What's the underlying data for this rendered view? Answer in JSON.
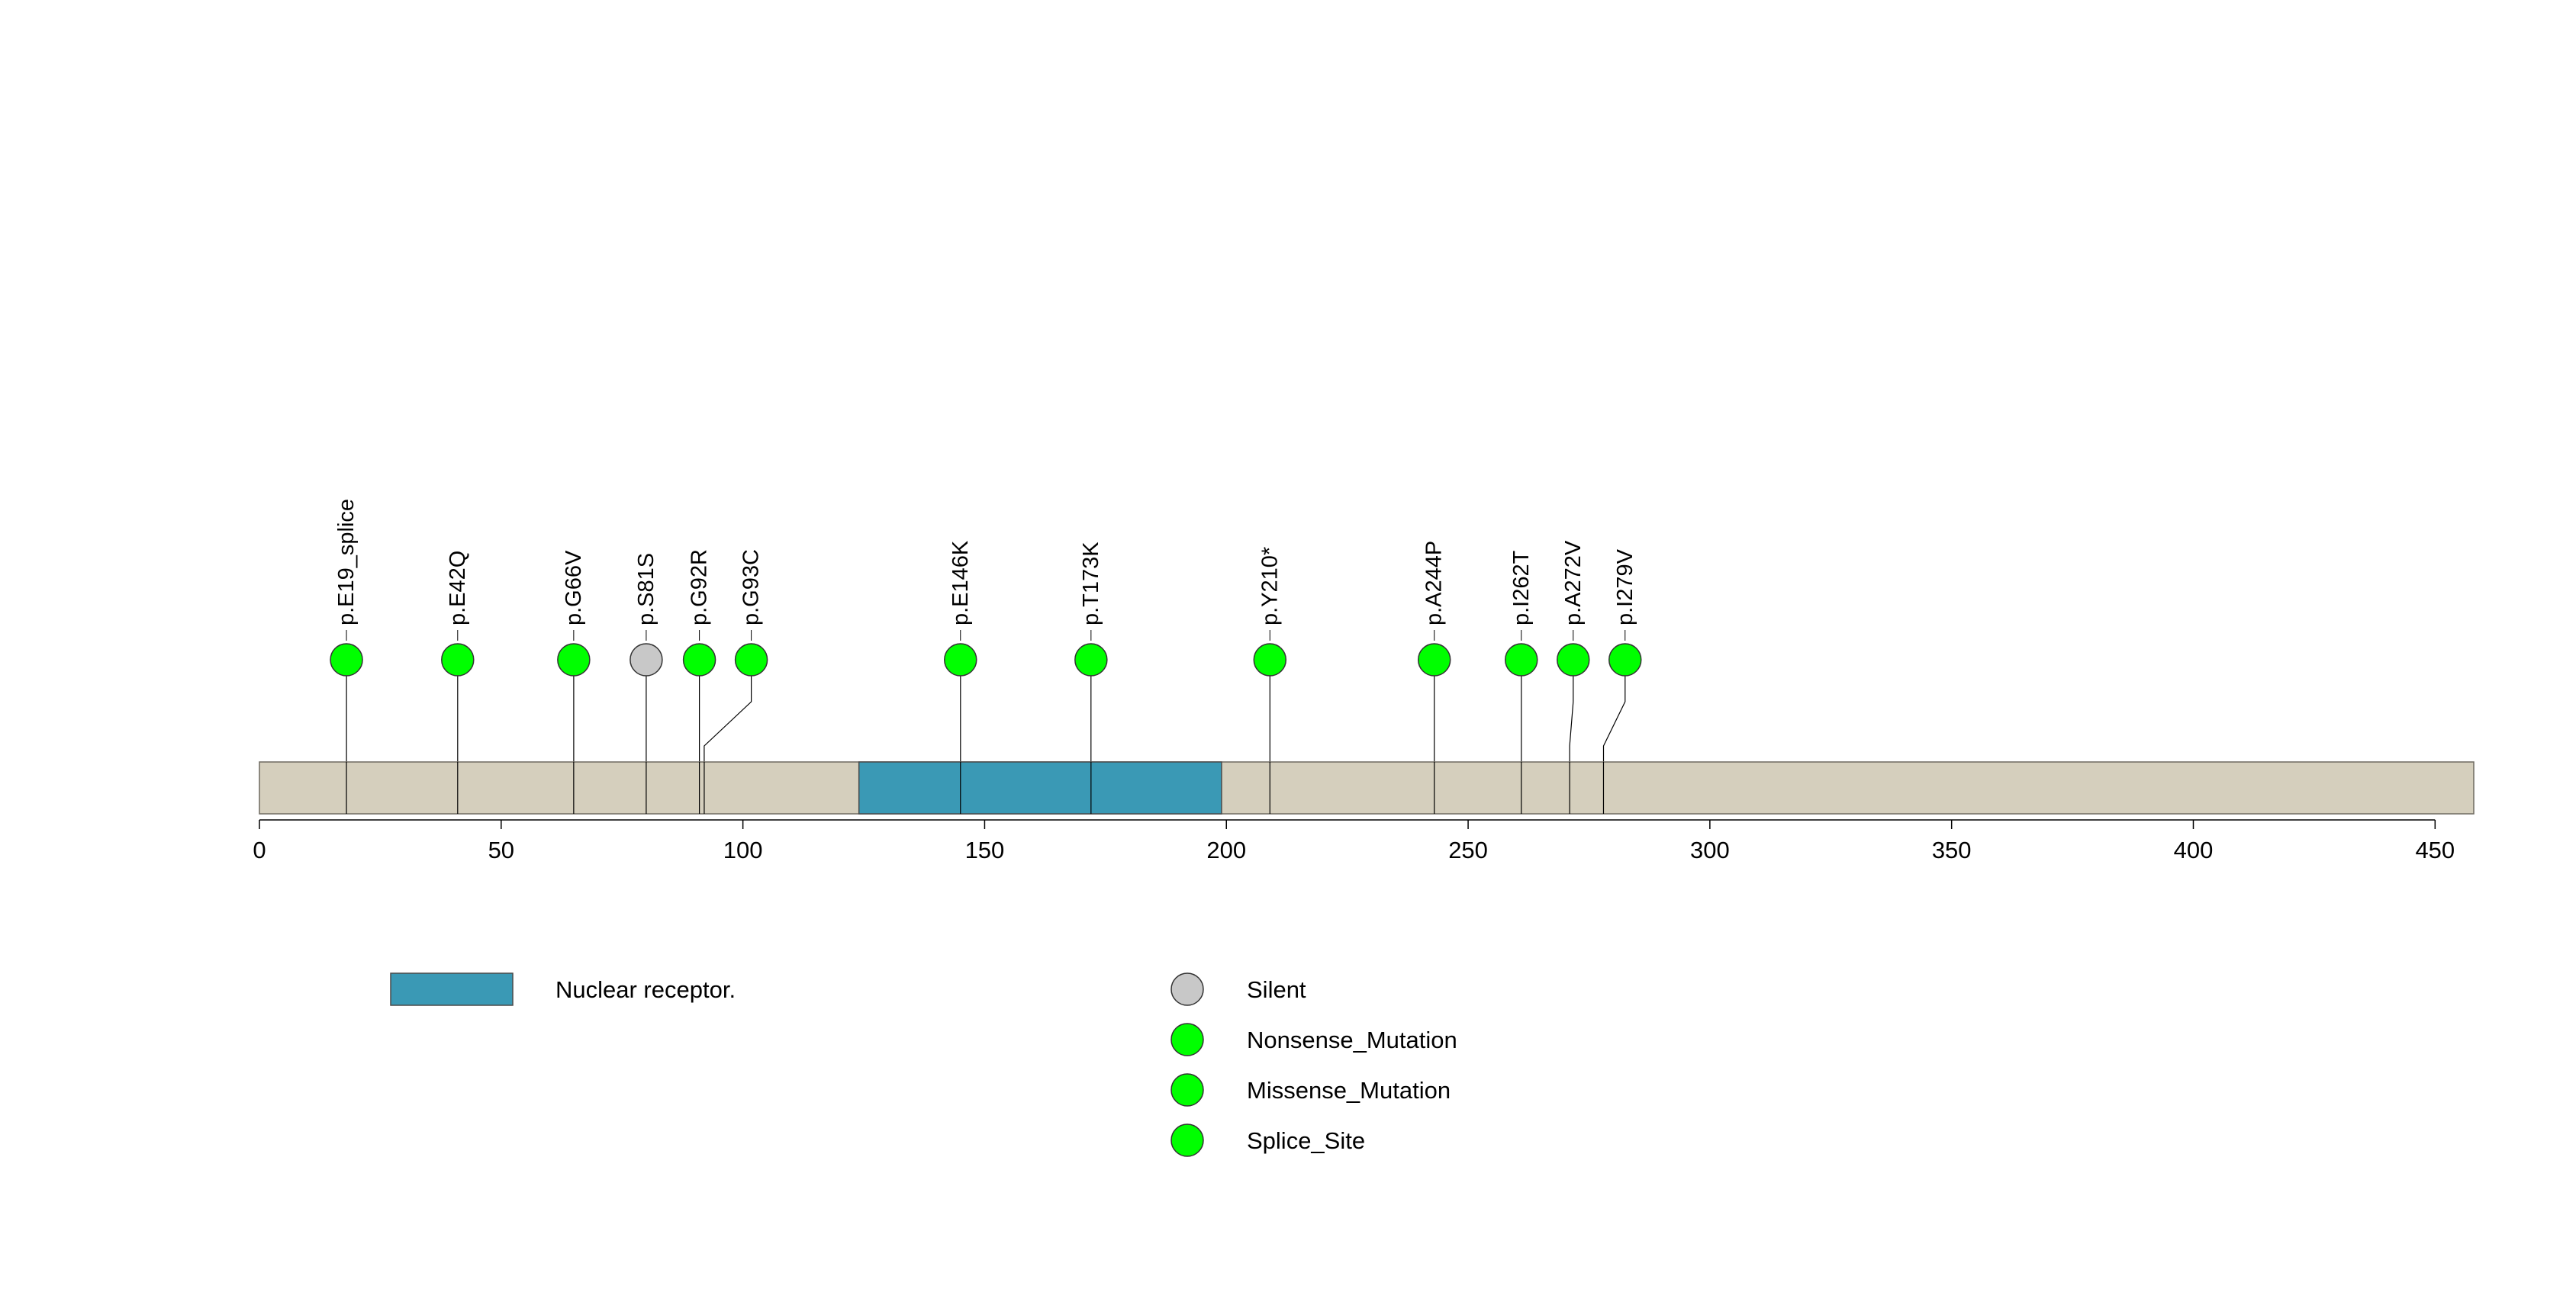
{
  "chart_data": {
    "type": "lollipop",
    "protein_length": 458,
    "x_ticks": [
      0,
      50,
      100,
      150,
      200,
      250,
      300,
      350,
      400,
      450
    ],
    "domains": [
      {
        "name": "Nuclear receptor.",
        "start": 124,
        "end": 199,
        "color": "#3A99B5"
      }
    ],
    "backbone_color": "#D5CFBD",
    "mutations": [
      {
        "label": "p.E19_splice",
        "position": 18,
        "type": "Splice_Site"
      },
      {
        "label": "p.E42Q",
        "position": 41,
        "type": "Missense_Mutation"
      },
      {
        "label": "p.G66V",
        "position": 65,
        "type": "Missense_Mutation"
      },
      {
        "label": "p.S81S",
        "position": 80,
        "type": "Silent"
      },
      {
        "label": "p.G92R",
        "position": 91,
        "type": "Missense_Mutation"
      },
      {
        "label": "p.G93C",
        "position": 92,
        "type": "Missense_Mutation"
      },
      {
        "label": "p.E146K",
        "position": 145,
        "type": "Missense_Mutation"
      },
      {
        "label": "p.T173K",
        "position": 172,
        "type": "Missense_Mutation"
      },
      {
        "label": "p.Y210*",
        "position": 209,
        "type": "Nonsense_Mutation"
      },
      {
        "label": "p.A244P",
        "position": 243,
        "type": "Missense_Mutation"
      },
      {
        "label": "p.I262T",
        "position": 261,
        "type": "Missense_Mutation"
      },
      {
        "label": "p.A272V",
        "position": 271,
        "type": "Missense_Mutation"
      },
      {
        "label": "p.I279V",
        "position": 278,
        "type": "Missense_Mutation"
      }
    ],
    "legend": {
      "domains": [
        {
          "label": "Nuclear receptor.",
          "color": "#3A99B5"
        }
      ],
      "mutation_types": [
        {
          "label": "Silent",
          "color": "#C8C8C8"
        },
        {
          "label": "Nonsense_Mutation",
          "color": "#00FF00"
        },
        {
          "label": "Missense_Mutation",
          "color": "#00FF00"
        },
        {
          "label": "Splice_Site",
          "color": "#00FF00"
        }
      ]
    }
  }
}
